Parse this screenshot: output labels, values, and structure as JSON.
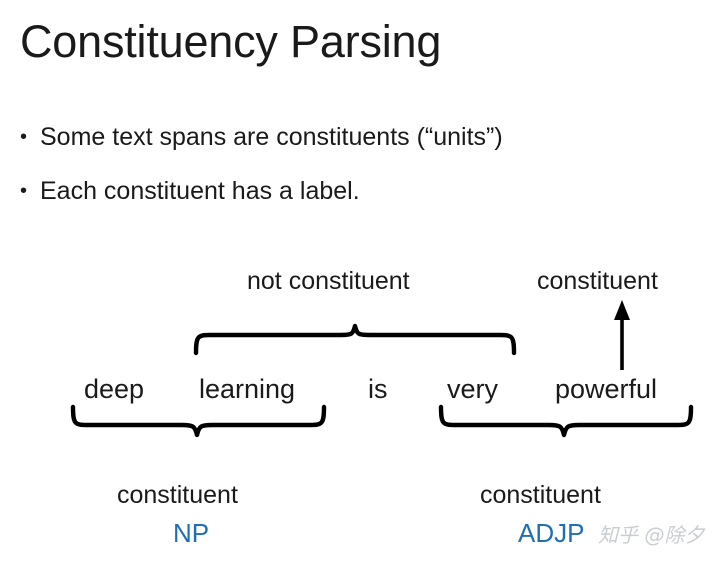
{
  "slide": {
    "title": "Constituency Parsing",
    "bullets": [
      {
        "marker": "•",
        "text": "Some text spans are constituents (“units”)"
      },
      {
        "marker": "•",
        "text": "Each constituent has a label."
      }
    ],
    "watermark": "知乎 @除夕"
  },
  "diagram": {
    "sentence_words": [
      "deep",
      "learning",
      "is",
      "very",
      "powerful"
    ],
    "labels": {
      "top_not_constituent": "not constituent",
      "top_constituent": "constituent",
      "bottom_left_constituent": "constituent",
      "bottom_right_constituent": "constituent"
    },
    "tags": {
      "np": "NP",
      "adjp": "ADJP"
    },
    "annotations": [
      {
        "name": "top-brace-not-constituent",
        "span": [
          "learning",
          "is",
          "very"
        ],
        "direction": "up",
        "label": "not constituent"
      },
      {
        "name": "arrow-constituent-powerful",
        "span": [
          "powerful"
        ],
        "direction": "up",
        "label": "constituent"
      },
      {
        "name": "bottom-brace-np",
        "span": [
          "deep",
          "learning"
        ],
        "direction": "down",
        "label": "constituent",
        "tag": "NP"
      },
      {
        "name": "bottom-brace-adjp",
        "span": [
          "very",
          "powerful"
        ],
        "direction": "down",
        "label": "constituent",
        "tag": "ADJP"
      }
    ]
  },
  "colors": {
    "text": "#1a1a1a",
    "tag_blue": "#1f6fb2",
    "brace": "#000000",
    "background": "#ffffff",
    "watermark": "#c9cdd2"
  }
}
